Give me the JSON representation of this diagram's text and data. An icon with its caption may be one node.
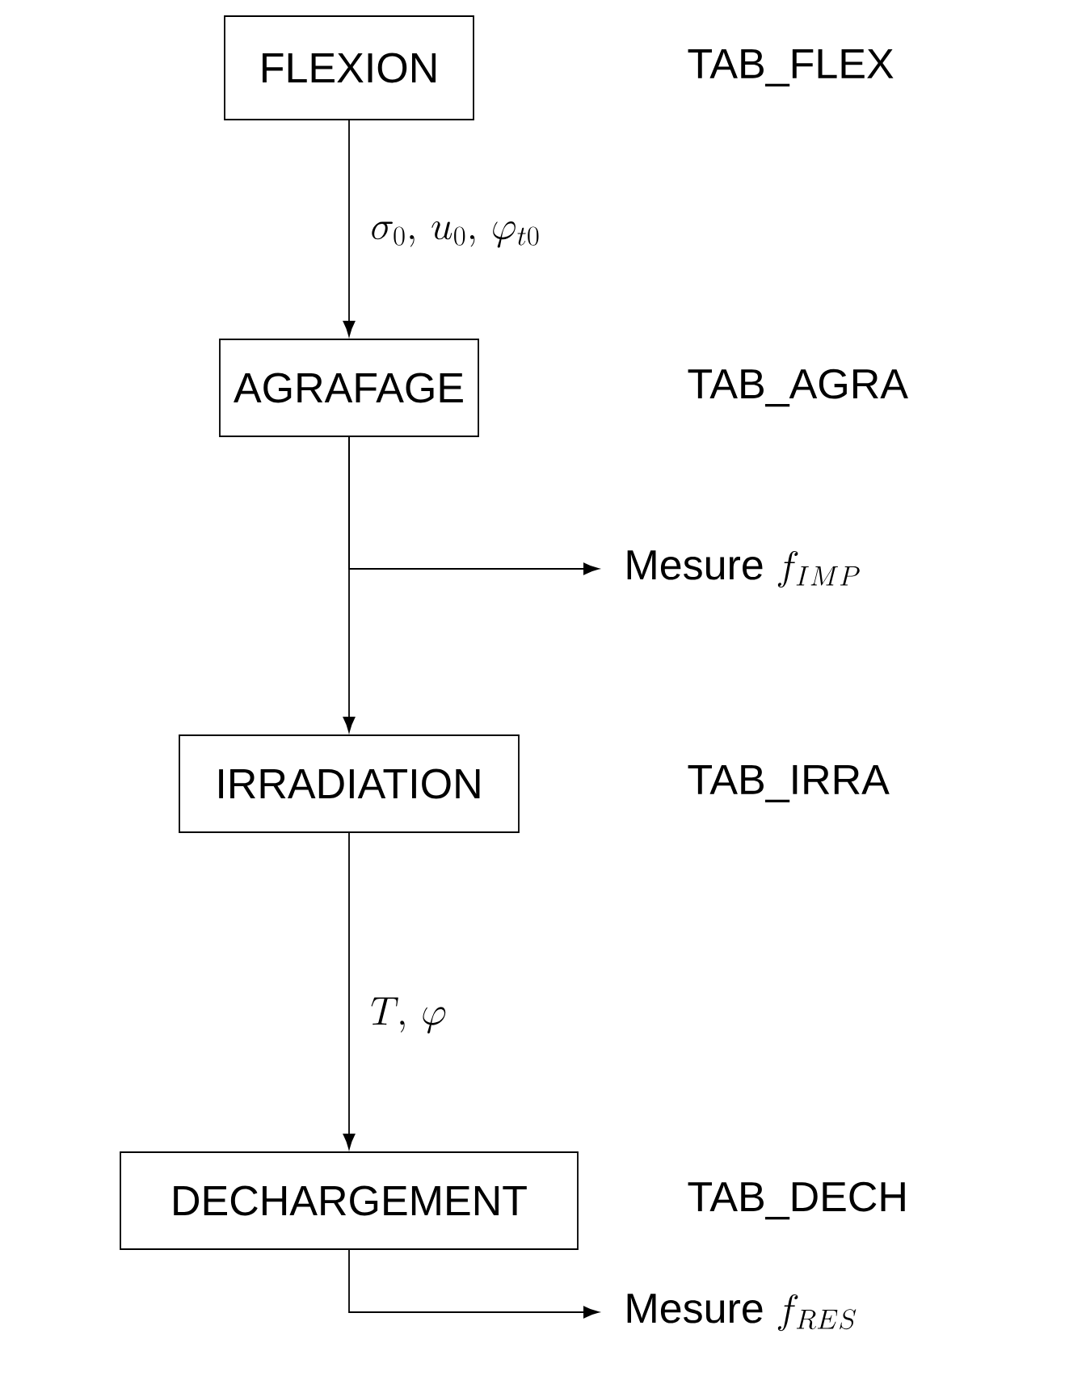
{
  "diagram": {
    "nodes": [
      {
        "text": [
          "FLEXION"
        ]
      },
      {
        "text": [
          "AGRAFAGE"
        ]
      },
      {
        "text": [
          "IRRADIATION"
        ]
      },
      {
        "text": [
          "DECHARGEMENT"
        ]
      },
      {
        "text": [
          "Mesure",
          "f_{IMP}"
        ]
      },
      {
        "text": [
          "Mesure",
          "f_{RES}"
        ]
      }
    ],
    "edges": [
      {
        "from": 0,
        "to": 1,
        "arrow": "to",
        "label": "\\sigma_0,\\, u_0,\\, \\varphi_{t0}"
      },
      {
        "from": 1,
        "to": 2,
        "arrow": "to"
      },
      {
        "from": 1,
        "to": 4,
        "arrow": "to"
      },
      {
        "from": 2,
        "to": 3,
        "arrow": "to",
        "label": "T,\\, \\varphi"
      },
      {
        "from": 3,
        "to": 5,
        "arrow": "to"
      }
    ],
    "labels": [
      "TAB_FLEX",
      "TAB_AGRA",
      "TAB_IRRA",
      "TAB_DECH"
    ]
  }
}
